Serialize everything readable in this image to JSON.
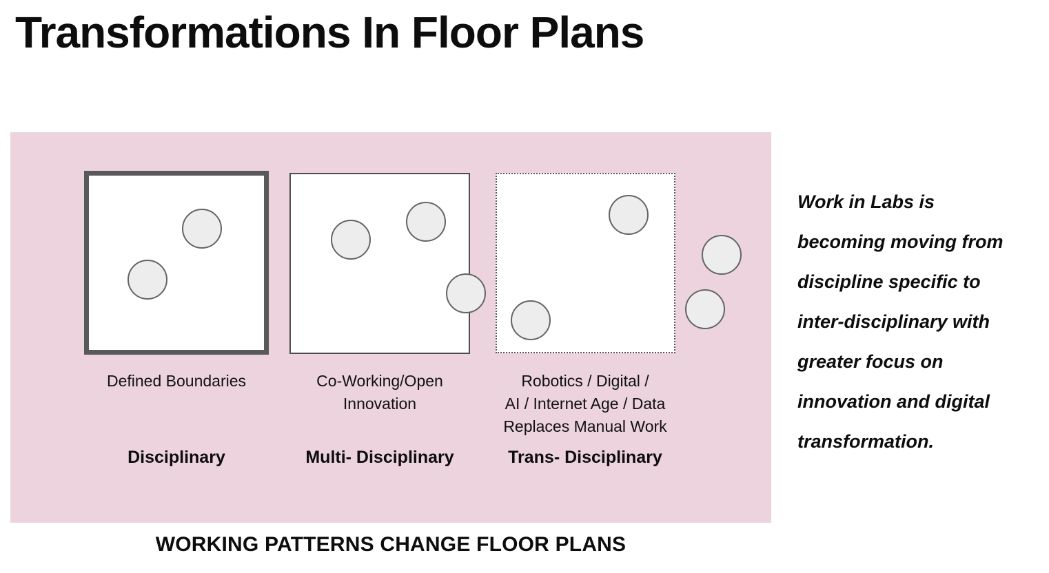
{
  "title": "Transformations In Floor Plans",
  "caption": "WORKING PATTERNS CHANGE FLOOR PLANS",
  "side_note": "Work in Labs is\nbecoming moving from\ndiscipline specific to\ninter-disciplinary with\ngreater focus on\ninnovation and digital\ntransformation.",
  "stages": [
    {
      "label": "Disciplinary",
      "description": "Defined Boundaries",
      "box_style": "thick-solid-border",
      "circles_inside": 2,
      "circles_on_border": 0,
      "circles_outside": 0
    },
    {
      "label": "Multi- Disciplinary",
      "description": "Co-Working/Open\nInnovation",
      "box_style": "thin-solid-border",
      "circles_inside": 2,
      "circles_on_border": 1,
      "circles_outside": 0
    },
    {
      "label": "Trans- Disciplinary",
      "description": "Robotics / Digital /\nAI / Internet Age / Data\nReplaces Manual Work",
      "box_style": "dotted-border",
      "circles_inside": 2,
      "circles_on_border": 0,
      "circles_outside": 2
    }
  ],
  "colors": {
    "panel_background": "#ECD3DE",
    "box_border": "#595959",
    "circle_fill": "#EDEDED",
    "circle_stroke": "#646464",
    "text": "#0D0D0D"
  }
}
